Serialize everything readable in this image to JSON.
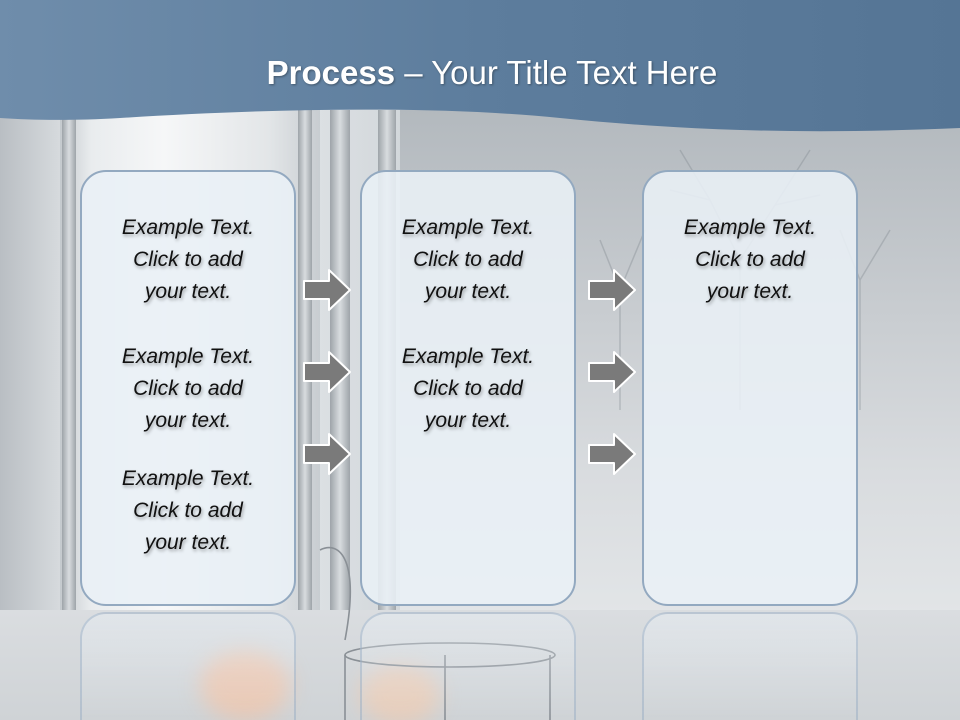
{
  "slide": {
    "title_bold": "Process",
    "title_rest": "– Your Title Text Here",
    "colors": {
      "header_band": "#6a88a6",
      "box_fill": "#e9f0f6",
      "box_border": "#93a9c0",
      "arrow_fill": "#7a7a7a",
      "arrow_stroke": "#ffffff"
    },
    "columns": [
      {
        "items": [
          [
            "Example Text.",
            "Click  to add",
            "your text."
          ],
          [
            "Example Text.",
            "Click  to add",
            "your text."
          ],
          [
            "Example Text.",
            "Click  to add",
            "your text."
          ]
        ]
      },
      {
        "items": [
          [
            "Example Text.",
            "Click  to add",
            "your text."
          ],
          [
            "Example Text.",
            "Click  to add",
            "your text."
          ]
        ]
      },
      {
        "items": [
          [
            "Example Text.",
            "Click  to add",
            "your text."
          ]
        ]
      }
    ],
    "arrow_icon": "right-arrow-icon"
  }
}
